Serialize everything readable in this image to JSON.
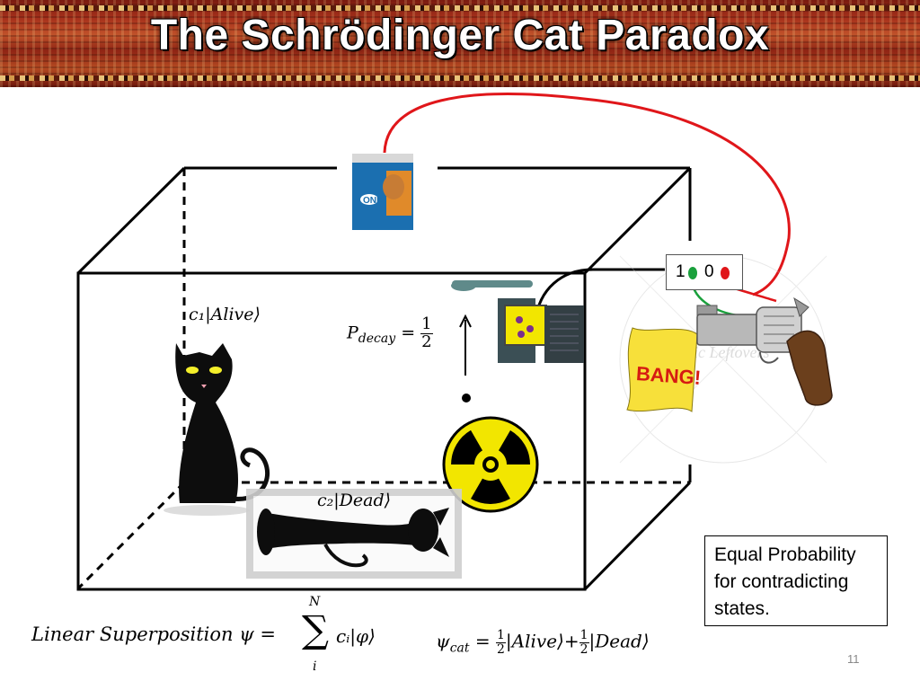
{
  "title": "The Schrödinger Cat Paradox",
  "labels": {
    "alive_state": "c₁|Alive⟩",
    "dead_state": "c₂|Dead⟩",
    "p_decay_lhs": "P",
    "p_decay_sub": "decay",
    "p_decay_eq": "=",
    "p_decay_num": "1",
    "p_decay_den": "2",
    "bang": "BANG!",
    "food_bag_brand": "ONE",
    "watermark": "Graphic Leftovers"
  },
  "switch": {
    "one": "1",
    "zero": "0",
    "green_color": "#1aa03c",
    "red_color": "#e0161a"
  },
  "formulas": {
    "superposition_text": "Linear Superposition",
    "superposition_psi": "ψ =",
    "sum_top": "N",
    "sum_symbol": "∑",
    "sum_bottom": "i",
    "superposition_term": "cᵢ|φ⟩",
    "psi_cat": "ψ",
    "psi_cat_sub": "cat",
    "psi_cat_eq": "=",
    "half_num": "1",
    "half_den": "2",
    "alive_ket": "|Alive⟩+",
    "dead_ket": "|Dead⟩"
  },
  "note": {
    "lines": [
      "Equal Probability",
      "for contradicting",
      "states."
    ]
  },
  "page_number": "11",
  "colors": {
    "wire_red": "#e0161a",
    "wire_green": "#1aa03c",
    "hazard_yellow": "#f2e600",
    "cat_black": "#0d0d0d",
    "cat_eye": "#f4ef2a",
    "gun_grey": "#b8b8b8",
    "gun_grip": "#6b3f1c"
  },
  "icons": [
    "cat-food-bag-icon",
    "geiger-counter-icon",
    "radiation-icon",
    "revolver-icon",
    "bang-flag-icon",
    "sitting-cat-icon",
    "lying-cat-icon"
  ]
}
